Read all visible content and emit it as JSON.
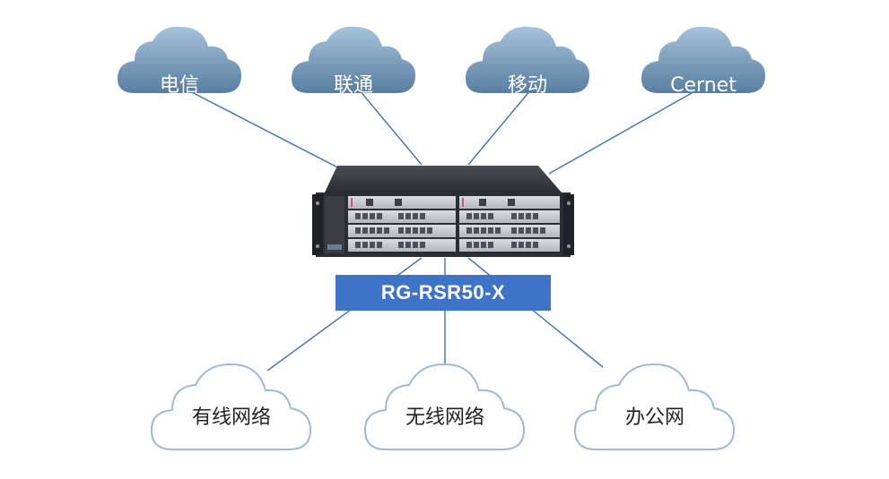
{
  "diagram": {
    "device": {
      "model": "RG-RSR50-X"
    },
    "isp_clouds": [
      {
        "label": "电信"
      },
      {
        "label": "联通"
      },
      {
        "label": "移动"
      },
      {
        "label": "Cernet"
      }
    ],
    "network_clouds": [
      {
        "label": "有线网络"
      },
      {
        "label": "无线网络"
      },
      {
        "label": "办公网"
      }
    ],
    "colors": {
      "isp_cloud_fill_light": "#9dbbd4",
      "isp_cloud_fill_dark": "#5c82a4",
      "network_cloud_fill": "#ffffff",
      "network_cloud_stroke": "#9dbad6",
      "link_line": "#4a78b8",
      "model_label_bg": "#3d74c7"
    }
  }
}
